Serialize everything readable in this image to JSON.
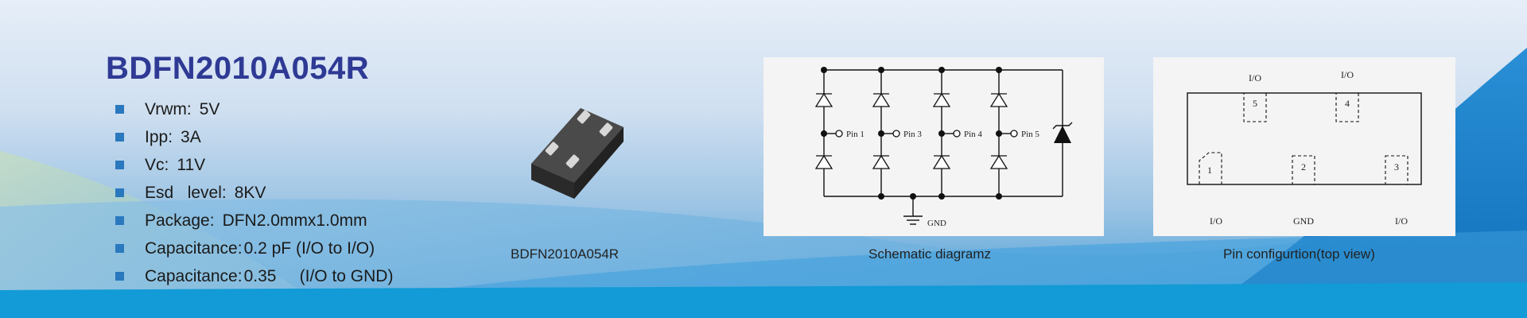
{
  "product": {
    "title": "BDFN2010A054R",
    "specs": [
      {
        "label": "Vrwm:",
        "value": "5V"
      },
      {
        "label": "Ipp:",
        "value": "3A"
      },
      {
        "label": "Vc:",
        "value": "11V"
      },
      {
        "label": "Esd   level:",
        "value": "8KV"
      },
      {
        "label": "Package:",
        "value": "DFN2.0mmx1.0mm"
      },
      {
        "label": "Capacitance:",
        "value": "0.2 pF (I/O to I/O)"
      },
      {
        "label": "Capacitance:",
        "value": "0.35     (I/O to GND)"
      }
    ]
  },
  "captions": {
    "chip": "BDFN2010A054R",
    "schematic": "Schematic diagramz",
    "pinout": "Pin configurtion(top view)"
  },
  "schematic": {
    "pin_labels": [
      "Pin 1",
      "Pin 3",
      "Pin 4",
      "Pin 5"
    ],
    "gnd_label": "GND"
  },
  "pinout": {
    "top_labels": [
      "I/O",
      "I/O"
    ],
    "bottom_labels": [
      "I/O",
      "GND",
      "I/O"
    ],
    "top_pins": [
      "5",
      "4"
    ],
    "bottom_pins": [
      "1",
      "2",
      "3"
    ]
  },
  "colors": {
    "title": "#2e3a94",
    "bullet": "#2a78be",
    "accent_blue": "#1d8ed4"
  }
}
